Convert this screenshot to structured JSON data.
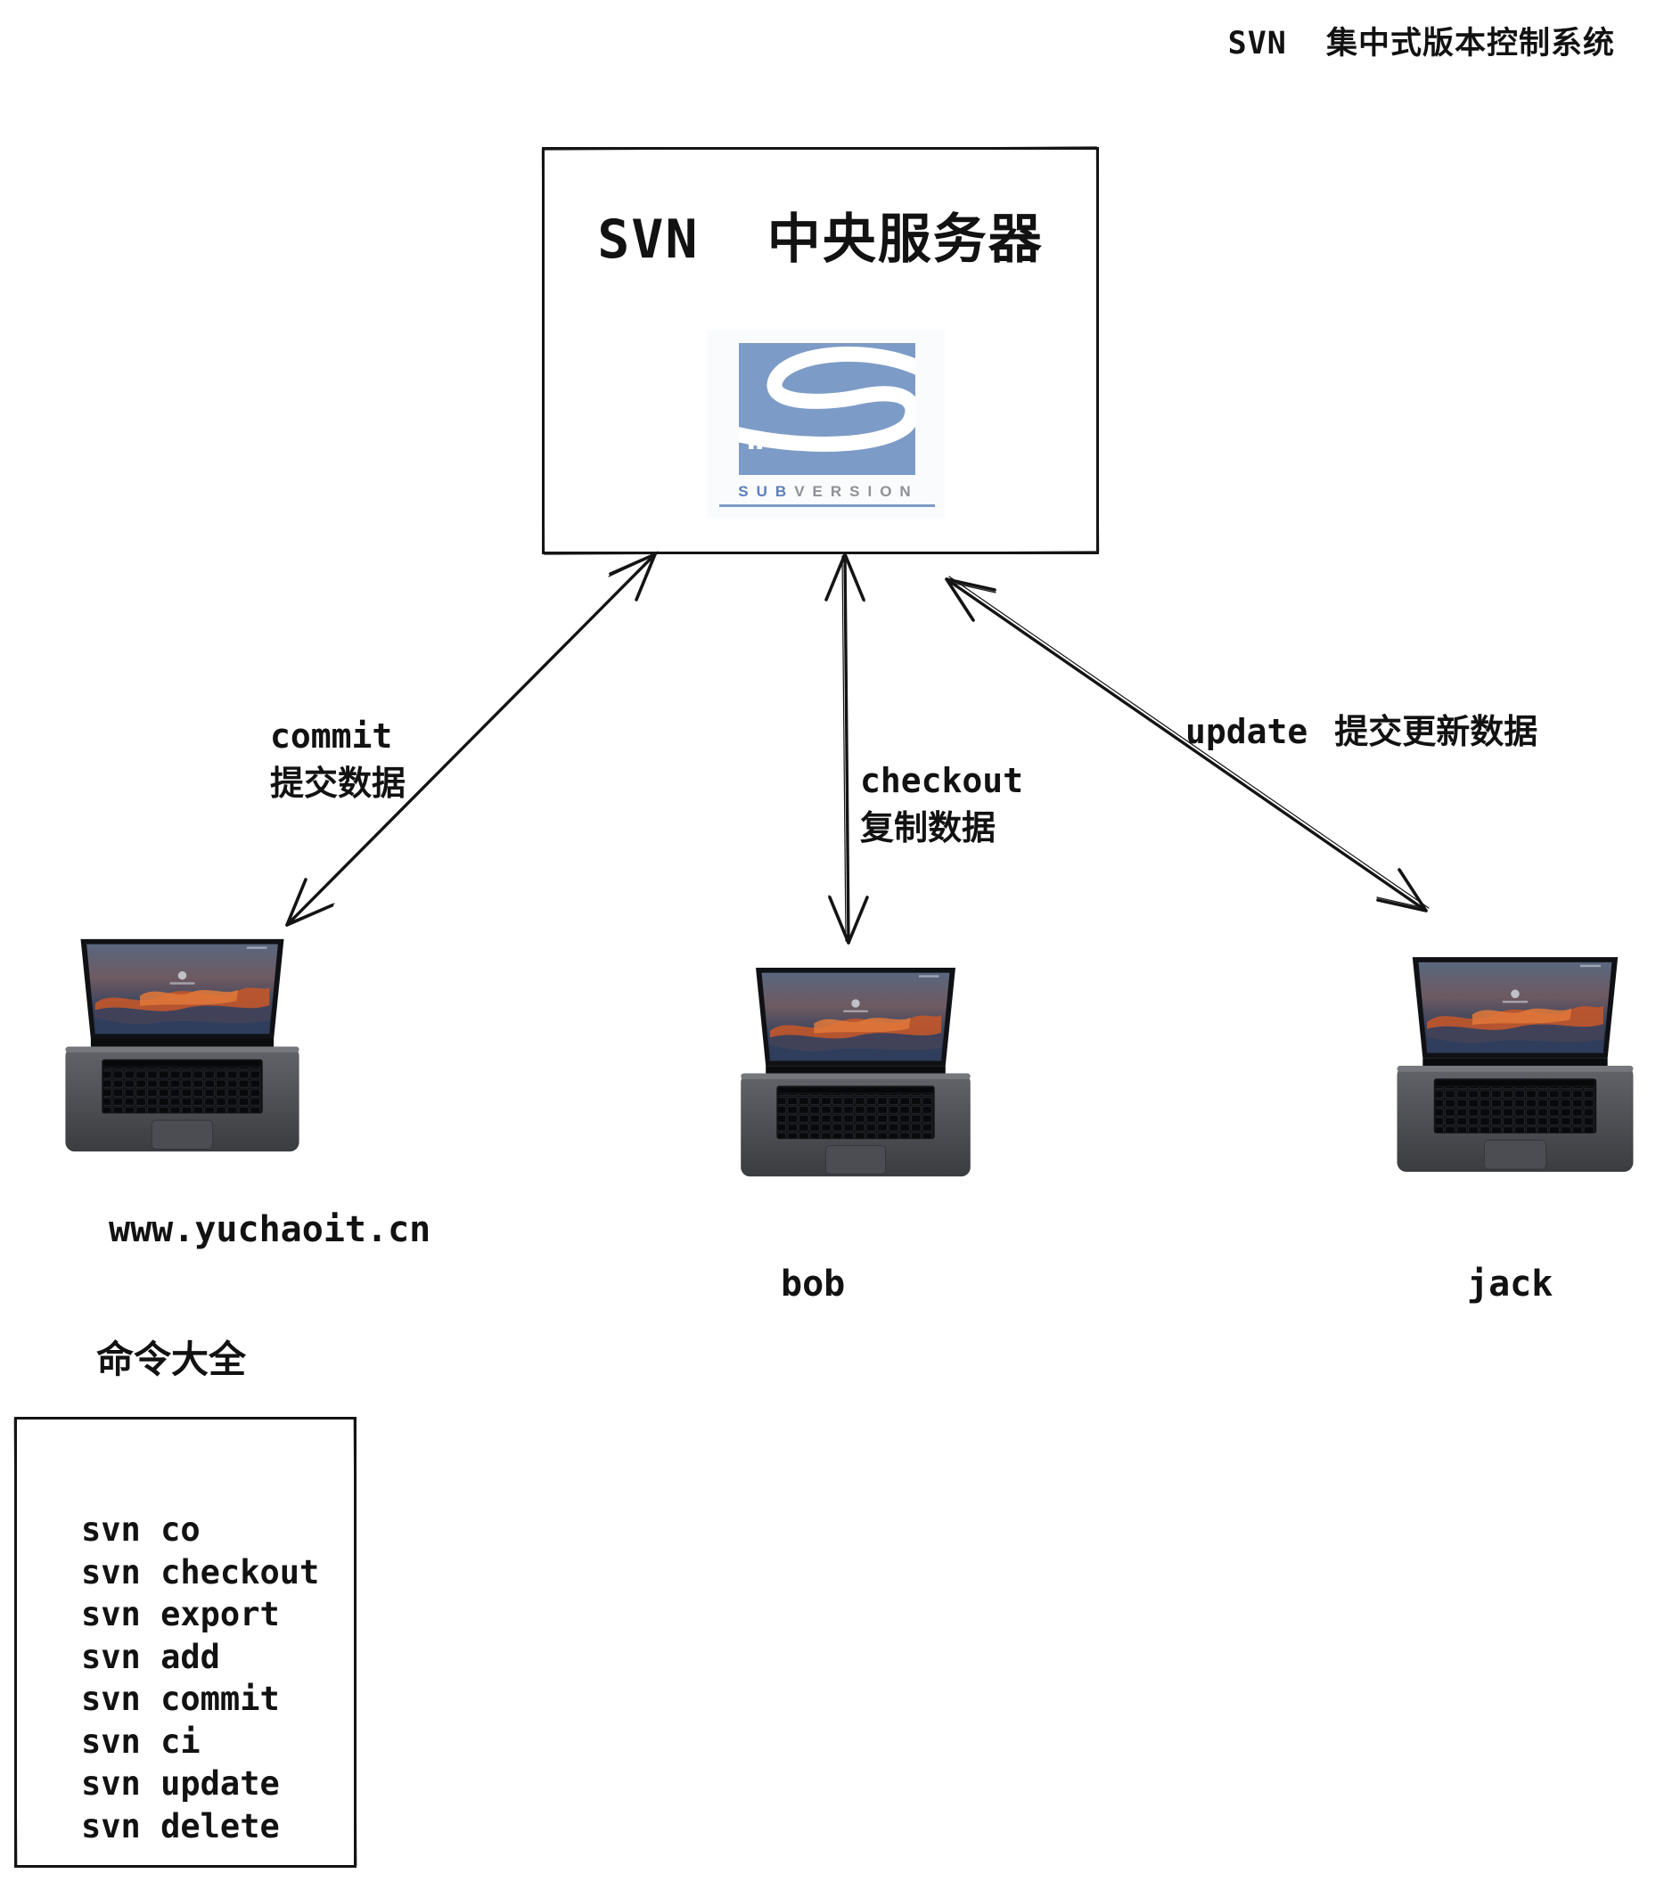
{
  "page": {
    "title": "SVN  集中式版本控制系统"
  },
  "server": {
    "title": "SVN  中央服务器",
    "logo": {
      "wordmark_primary": "SUB",
      "wordmark_secondary": "VERSION"
    }
  },
  "connections": [
    {
      "id": "commit",
      "label_en": "commit",
      "label_zh": "提交数据"
    },
    {
      "id": "checkout",
      "label_en": "checkout",
      "label_zh": "复制数据"
    },
    {
      "id": "update",
      "label_en": "update",
      "label_zh": "提交更新数据"
    }
  ],
  "clients": [
    {
      "name": "www.yuchaoit.cn"
    },
    {
      "name": "bob"
    },
    {
      "name": "jack"
    }
  ],
  "commands": {
    "heading": "命令大全",
    "items": [
      "svn co",
      "svn checkout",
      "svn export",
      "svn add",
      "svn commit",
      "svn ci",
      "svn update",
      "svn delete"
    ]
  },
  "colors": {
    "ink": "#141414",
    "logo_blue": "#7d9bc7",
    "wordmark_blue": "#5b7fbd",
    "wordmark_gray": "#8f9196"
  }
}
